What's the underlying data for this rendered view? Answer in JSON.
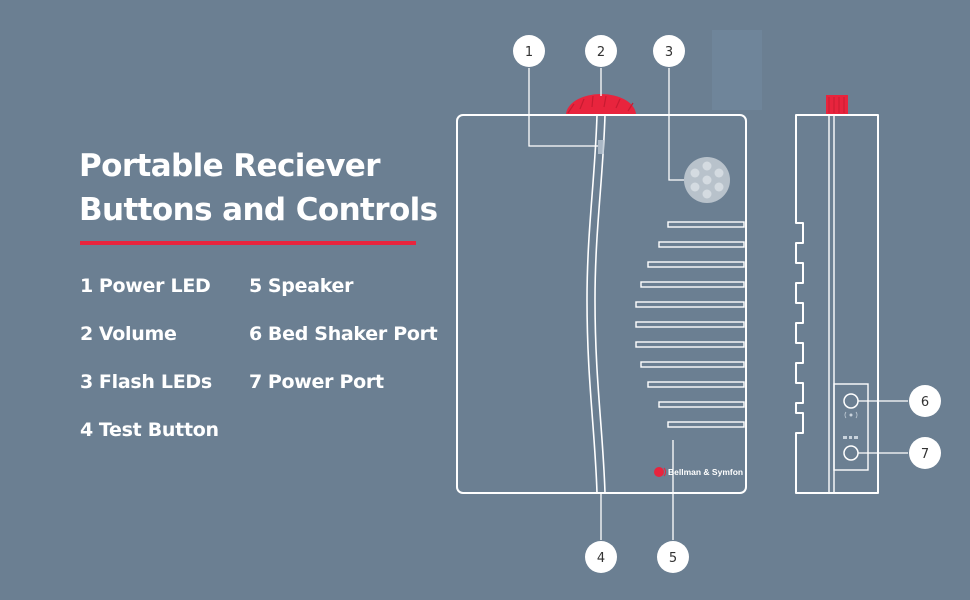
{
  "title": {
    "line1": "Portable Reciever",
    "line2": "Buttons and Controls"
  },
  "legend": [
    {
      "num": "1",
      "label": "Power LED"
    },
    {
      "num": "2",
      "label": "Volume"
    },
    {
      "num": "3",
      "label": "Flash LEDs"
    },
    {
      "num": "4",
      "label": "Test Button"
    },
    {
      "num": "5",
      "label": "Speaker"
    },
    {
      "num": "6",
      "label": "Bed Shaker Port"
    },
    {
      "num": "7",
      "label": "Power Port"
    }
  ],
  "callouts": [
    "1",
    "2",
    "3",
    "4",
    "5",
    "6",
    "7"
  ],
  "brand": "Bellman & Symfon",
  "colors": {
    "background": "#6b7f92",
    "accent": "#e8243d",
    "outline": "#ffffff"
  }
}
